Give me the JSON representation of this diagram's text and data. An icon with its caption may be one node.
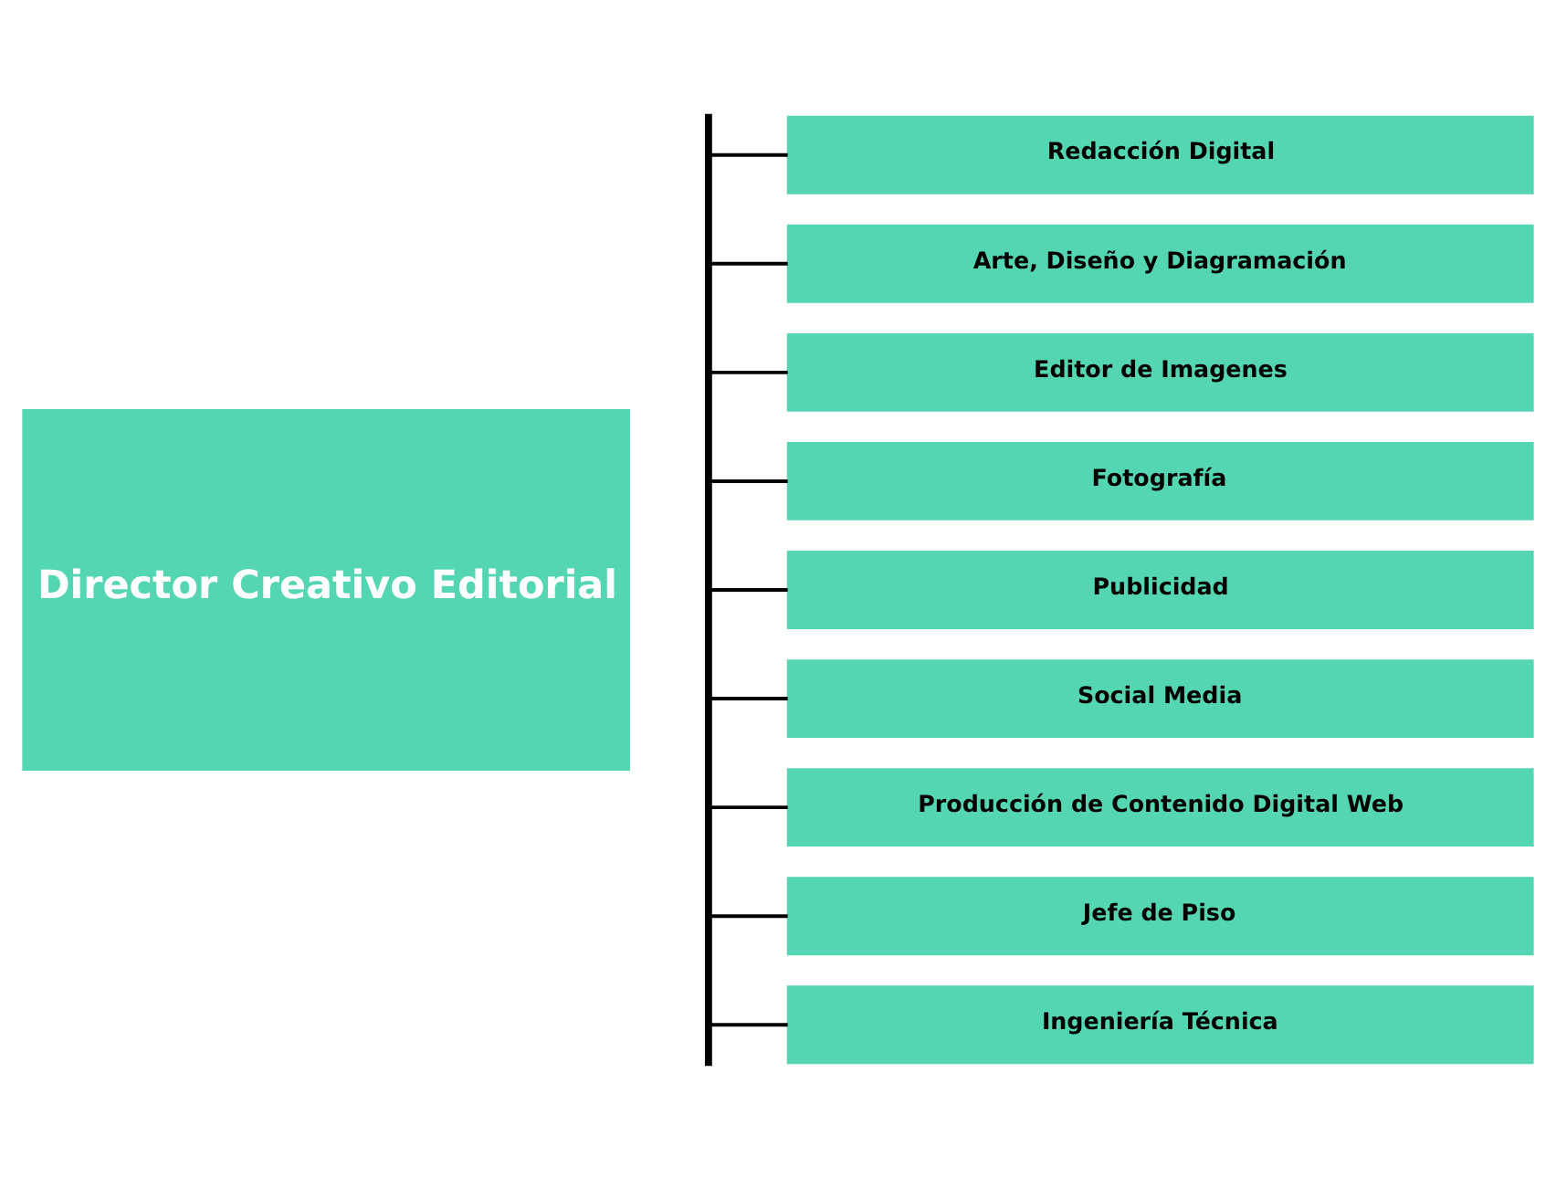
{
  "diagram": {
    "nodes": [
      {
        "text": [
          "Director Creativo Editorial"
        ]
      },
      {
        "text": [],
        "shape": "bar"
      },
      {
        "text": [
          "Redacción Digital"
        ]
      },
      {
        "text": [
          "Arte, Diseño y Diagramación"
        ]
      },
      {
        "text": [
          "Editor de Imagenes"
        ]
      },
      {
        "text": [
          "Fotografía"
        ]
      },
      {
        "text": [
          "Publicidad"
        ]
      },
      {
        "text": [
          "Social Media"
        ]
      },
      {
        "text": [
          "Producción de Contenido Digital Web"
        ]
      },
      {
        "text": [
          "Jefe de Piso"
        ]
      },
      {
        "text": [
          "Ingeniería Técnica"
        ]
      }
    ],
    "edges": [
      {
        "from": 1,
        "to": 2,
        "arrow": "none"
      },
      {
        "from": 1,
        "to": 3,
        "arrow": "none"
      },
      {
        "from": 1,
        "to": 4,
        "arrow": "none"
      },
      {
        "from": 1,
        "to": 5,
        "arrow": "none"
      },
      {
        "from": 1,
        "to": 6,
        "arrow": "none"
      },
      {
        "from": 1,
        "to": 7,
        "arrow": "none"
      },
      {
        "from": 1,
        "to": 8,
        "arrow": "none"
      },
      {
        "from": 1,
        "to": 9,
        "arrow": "none"
      },
      {
        "from": 1,
        "to": 10,
        "arrow": "none"
      }
    ]
  }
}
